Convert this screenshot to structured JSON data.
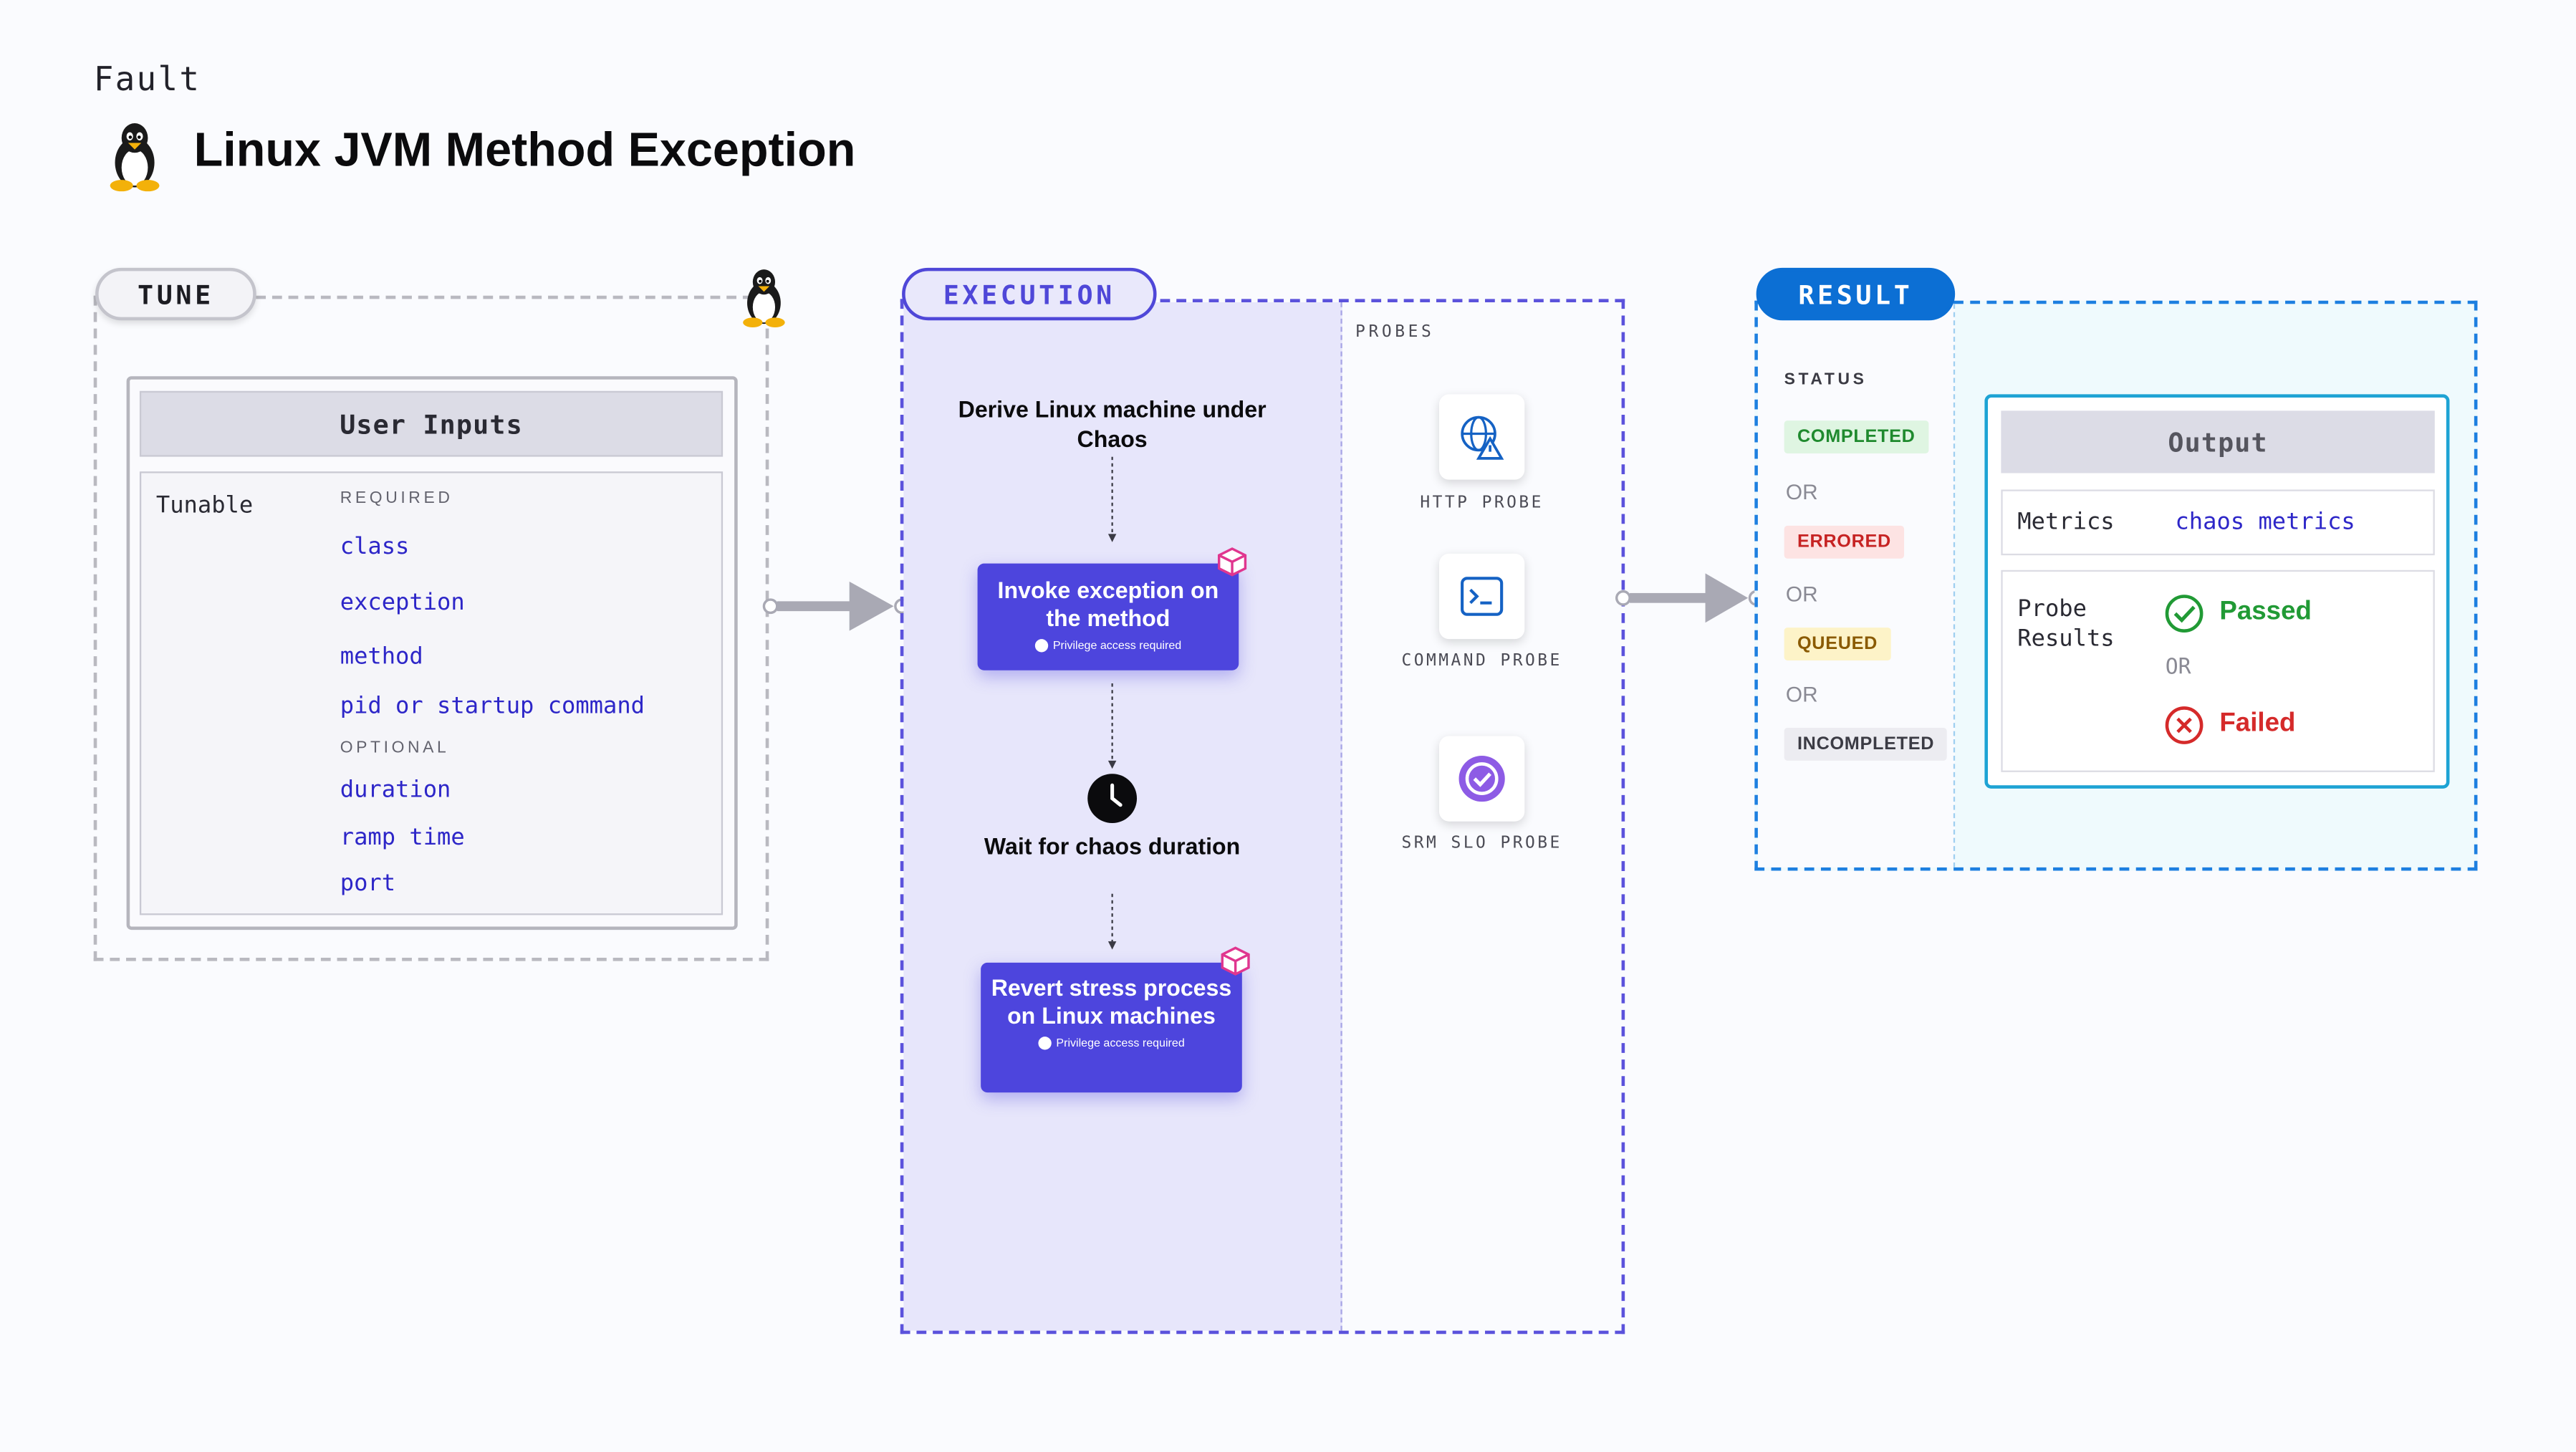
{
  "header": {
    "category": "Fault",
    "title": "Linux JVM Method Exception"
  },
  "tune": {
    "pill": "TUNE",
    "box_title": "User Inputs",
    "tunable_label": "Tunable",
    "required_label": "REQUIRED",
    "required": [
      "class",
      "exception",
      "method",
      "pid or startup command"
    ],
    "optional_label": "OPTIONAL",
    "optional": [
      "duration",
      "ramp time",
      "port"
    ]
  },
  "execution": {
    "pill": "EXECUTION",
    "steps": [
      "Derive Linux machine under Chaos",
      "Invoke exception on the method",
      "Wait for chaos duration",
      "Revert stress process on Linux machines"
    ],
    "privilege_note": "Privilege access required",
    "probes_label": "PROBES",
    "probes": [
      "HTTP PROBE",
      "COMMAND PROBE",
      "SRM SLO PROBE"
    ]
  },
  "result": {
    "pill": "RESULT",
    "status_label": "STATUS",
    "statuses": [
      "COMPLETED",
      "ERRORED",
      "QUEUED",
      "INCOMPLETED"
    ],
    "or_label": "OR",
    "output_title": "Output",
    "metrics_label": "Metrics",
    "metrics_value": "chaos metrics",
    "probe_results_label": "Probe Results",
    "passed": "Passed",
    "failed": "Failed"
  },
  "colors": {
    "tune_accent": "#c4c4cc",
    "execution_accent": "#4d45dd",
    "result_accent": "#0c6fd4",
    "completed_bg": "#dff5e2",
    "completed_fg": "#1f8a2e",
    "errored_bg": "#fde3e3",
    "errored_fg": "#c62323",
    "queued_bg": "#fdf3c8",
    "queued_fg": "#8a5a00",
    "incompleted_bg": "#ececf1",
    "incompleted_fg": "#3b3b44",
    "passed": "#219a35",
    "failed": "#d52a2a"
  },
  "icons": {
    "title": "linux-tux-icon",
    "tune_corner": "linux-tux-icon",
    "card_corner": "chaos-cube-icon",
    "wait": "clock-icon",
    "http_probe": "globe-warning-icon",
    "command_probe": "terminal-icon",
    "srm_probe": "slo-gauge-icon",
    "passed": "check-circle-icon",
    "failed": "x-circle-icon",
    "privilege": "lock-icon"
  }
}
